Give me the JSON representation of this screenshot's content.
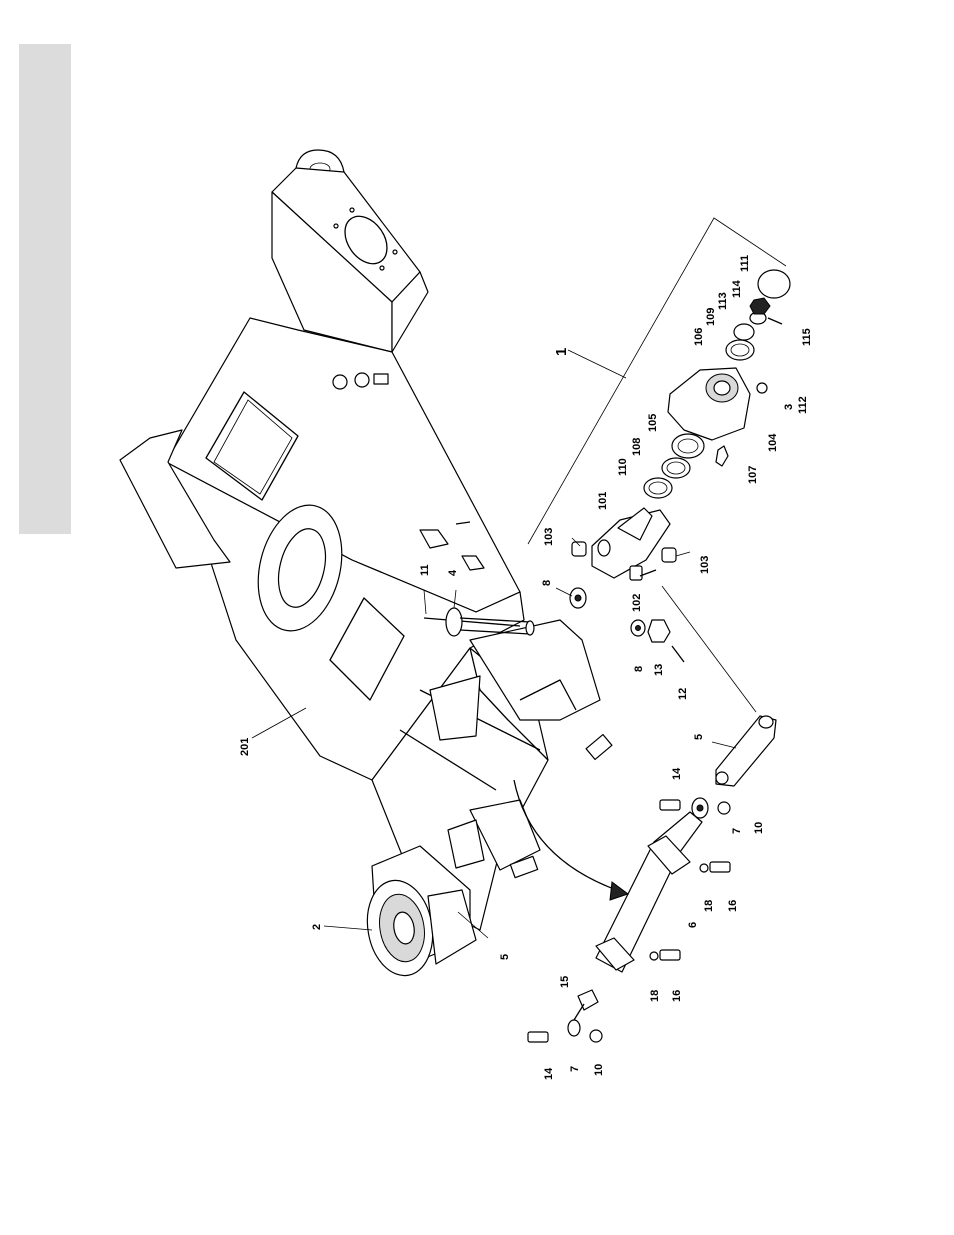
{
  "page": {
    "title_tab_color": "#dcdcdc",
    "diagram_type": "exploded parts diagram"
  },
  "callouts": {
    "c201": "201",
    "c1": "1",
    "c2": "2",
    "c5_lower": "5",
    "c5_link": "5",
    "c11": "11",
    "c4": "4",
    "c8_upper": "8",
    "c8_lower": "8",
    "c13": "13",
    "c12": "12",
    "c102": "102",
    "c103_left": "103",
    "c103_right": "103",
    "c101": "101",
    "c110": "110",
    "c108": "108",
    "c105": "105",
    "c106": "106",
    "c109": "109",
    "c113": "113",
    "c114": "114",
    "c111": "111",
    "c115": "115",
    "c3": "3",
    "c112": "112",
    "c104": "104",
    "c107": "107",
    "c14_upper": "14",
    "c7_upper": "7",
    "c10_upper": "10",
    "c6": "6",
    "c18_upper": "18",
    "c16_upper": "16",
    "c18_lower": "18",
    "c16_lower": "16",
    "c15": "15",
    "c14_lower": "14",
    "c7_lower": "7",
    "c10_lower": "10"
  }
}
